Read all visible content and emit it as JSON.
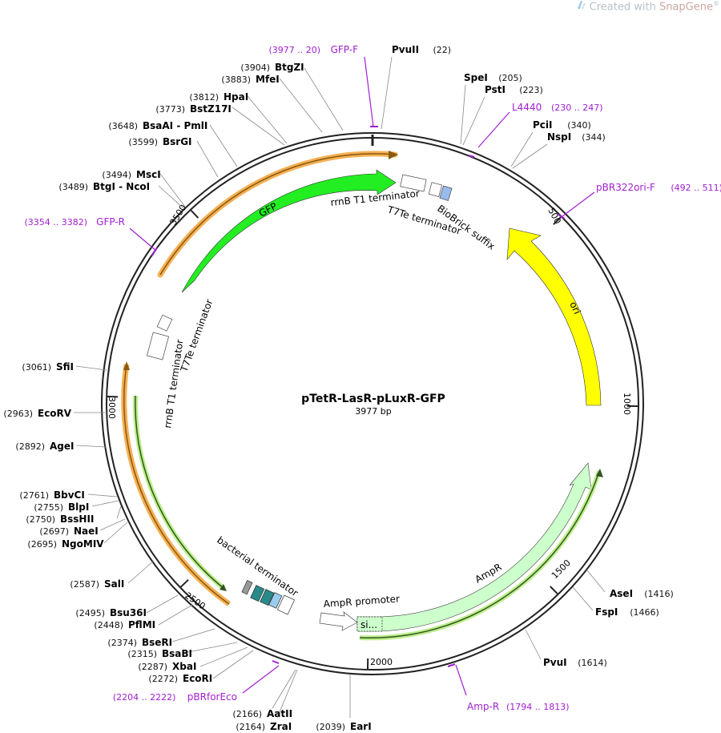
{
  "watermark": {
    "prefix": "Created with ",
    "brand": "SnapGene",
    "mark": "®"
  },
  "plasmid": {
    "name": "pTetR-LasR-pLuxR-GFP",
    "size_label": "3977 bp",
    "length": 3977
  },
  "ticks": [
    {
      "pos": 500,
      "label": "500"
    },
    {
      "pos": 1000,
      "label": "1000"
    },
    {
      "pos": 1500,
      "label": "1500"
    },
    {
      "pos": 2000,
      "label": "2000"
    },
    {
      "pos": 2500,
      "label": "2500"
    },
    {
      "pos": 3000,
      "label": "3000"
    },
    {
      "pos": 3500,
      "label": "3500"
    }
  ],
  "features": [
    {
      "name": "GFP",
      "label": "GFP",
      "color": "#22ee22"
    },
    {
      "name": "ori",
      "label": "ori",
      "color": "#ffff00"
    },
    {
      "name": "AmpR",
      "label": "AmpR",
      "color": "#ccffcc"
    },
    {
      "name": "si",
      "label": "si...",
      "color": "#ccffcc"
    },
    {
      "name": "AmpR promoter",
      "label": "AmpR promoter",
      "color": "#ffffff"
    },
    {
      "name": "rrnB T1 terminator",
      "label": "rrnB T1 terminator",
      "color": "#ffffff"
    },
    {
      "name": "T7Te terminator",
      "label": "T7Te terminator",
      "color": "#ffffff"
    },
    {
      "name": "BioBrick suffix",
      "label": "BioBrick suffix",
      "color": "#99bbee"
    },
    {
      "name": "rrnB T1 terminator (2)",
      "label": "rrnB T1 terminator",
      "color": "#ffffff"
    },
    {
      "name": "T7Te terminator (2)",
      "label": "T7Te terminator",
      "color": "#ffffff"
    },
    {
      "name": "bacterial terminator",
      "label": "bacterial terminator",
      "color": "#ffffff"
    }
  ],
  "enzymes": [
    {
      "name": "PvuII",
      "pos": "(22)"
    },
    {
      "name": "SpeI",
      "pos": "(205)"
    },
    {
      "name": "PstI",
      "pos": "(223)"
    },
    {
      "name": "PciI",
      "pos": "(340)"
    },
    {
      "name": "NspI",
      "pos": "(344)"
    },
    {
      "name": "AseI",
      "pos": "(1416)"
    },
    {
      "name": "FspI",
      "pos": "(1466)"
    },
    {
      "name": "PvuI",
      "pos": "(1614)"
    },
    {
      "name": "EarI",
      "pos": "(2039)"
    },
    {
      "name": "ZraI",
      "pos": "(2164)"
    },
    {
      "name": "AatII",
      "pos": "(2166)"
    },
    {
      "name": "EcoRI",
      "pos": "(2272)"
    },
    {
      "name": "XbaI",
      "pos": "(2287)"
    },
    {
      "name": "BsaBI",
      "pos": "(2315)"
    },
    {
      "name": "BseRI",
      "pos": "(2374)"
    },
    {
      "name": "PflMI",
      "pos": "(2448)"
    },
    {
      "name": "Bsu36I",
      "pos": "(2495)"
    },
    {
      "name": "SalI",
      "pos": "(2587)"
    },
    {
      "name": "NgoMIV",
      "pos": "(2695)"
    },
    {
      "name": "NaeI",
      "pos": "(2697)"
    },
    {
      "name": "BssHII",
      "pos": "(2750)"
    },
    {
      "name": "BlpI",
      "pos": "(2755)"
    },
    {
      "name": "BbvCI",
      "pos": "(2761)"
    },
    {
      "name": "AgeI",
      "pos": "(2892)"
    },
    {
      "name": "EcoRV",
      "pos": "(2963)"
    },
    {
      "name": "SfiI",
      "pos": "(3061)"
    },
    {
      "name": "BtgI",
      "name2": "NcoI",
      "pos": "(3489)"
    },
    {
      "name": "MscI",
      "pos": "(3494)"
    },
    {
      "name": "BsrGI",
      "pos": "(3599)"
    },
    {
      "name": "BsaAI",
      "name2": "PmlI",
      "pos": "(3648)"
    },
    {
      "name": "BstZ17I",
      "pos": "(3773)"
    },
    {
      "name": "HpaI",
      "pos": "(3812)"
    },
    {
      "name": "MfeI",
      "pos": "(3883)"
    },
    {
      "name": "BtgZI",
      "pos": "(3904)"
    }
  ],
  "primers": [
    {
      "name": "GFP-F",
      "range": "(3977 .. 20)"
    },
    {
      "name": "L4440",
      "range": "(230 .. 247)"
    },
    {
      "name": "pBR322ori-F",
      "range": "(492 .. 511)"
    },
    {
      "name": "Amp-R",
      "range": "(1794 .. 1813)"
    },
    {
      "name": "pBRforEco",
      "range": "(2204 .. 2222)"
    },
    {
      "name": "GFP-R",
      "range": "(3354 .. 3382)"
    }
  ],
  "colors": {
    "backbone": "#222222",
    "primer": "#a020d0",
    "text": "#000000",
    "enzyme_pos": "#111111"
  }
}
